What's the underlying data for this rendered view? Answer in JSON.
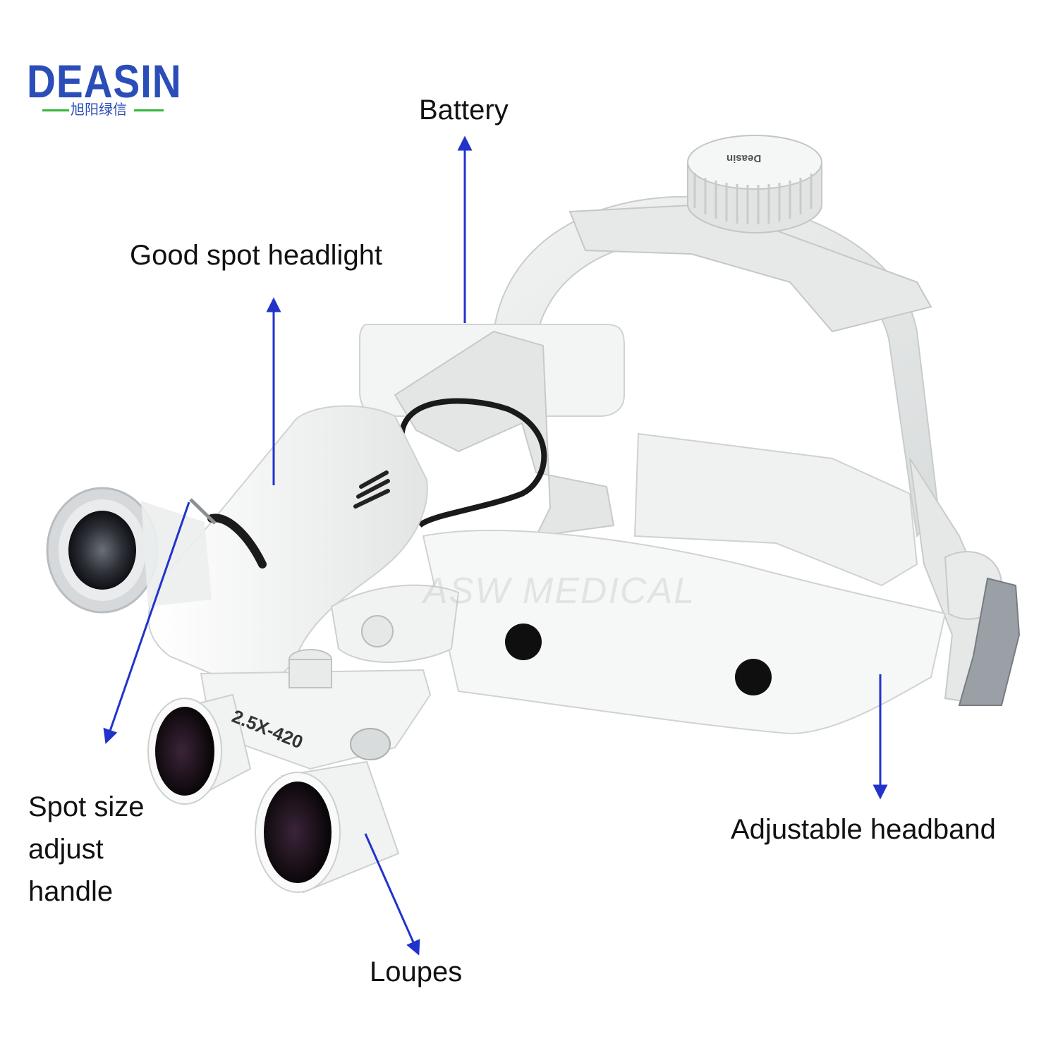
{
  "logo": {
    "brand": "DEASIN",
    "tagline": "旭阳绿信",
    "colors": {
      "brand": "#2a4db8",
      "accent": "#35b63a"
    }
  },
  "labels": {
    "battery": "Battery",
    "headlight": "Good spot headlight",
    "spot_size": [
      "Spot size",
      "adjust",
      "handle"
    ],
    "loupes": "Loupes",
    "headband": "Adjustable headband"
  },
  "product_marks": {
    "knob_brand": "Deasin",
    "magnification": "2.5X-420",
    "watermark": "ASW MEDICAL"
  },
  "arrow_color": "#2233cc"
}
